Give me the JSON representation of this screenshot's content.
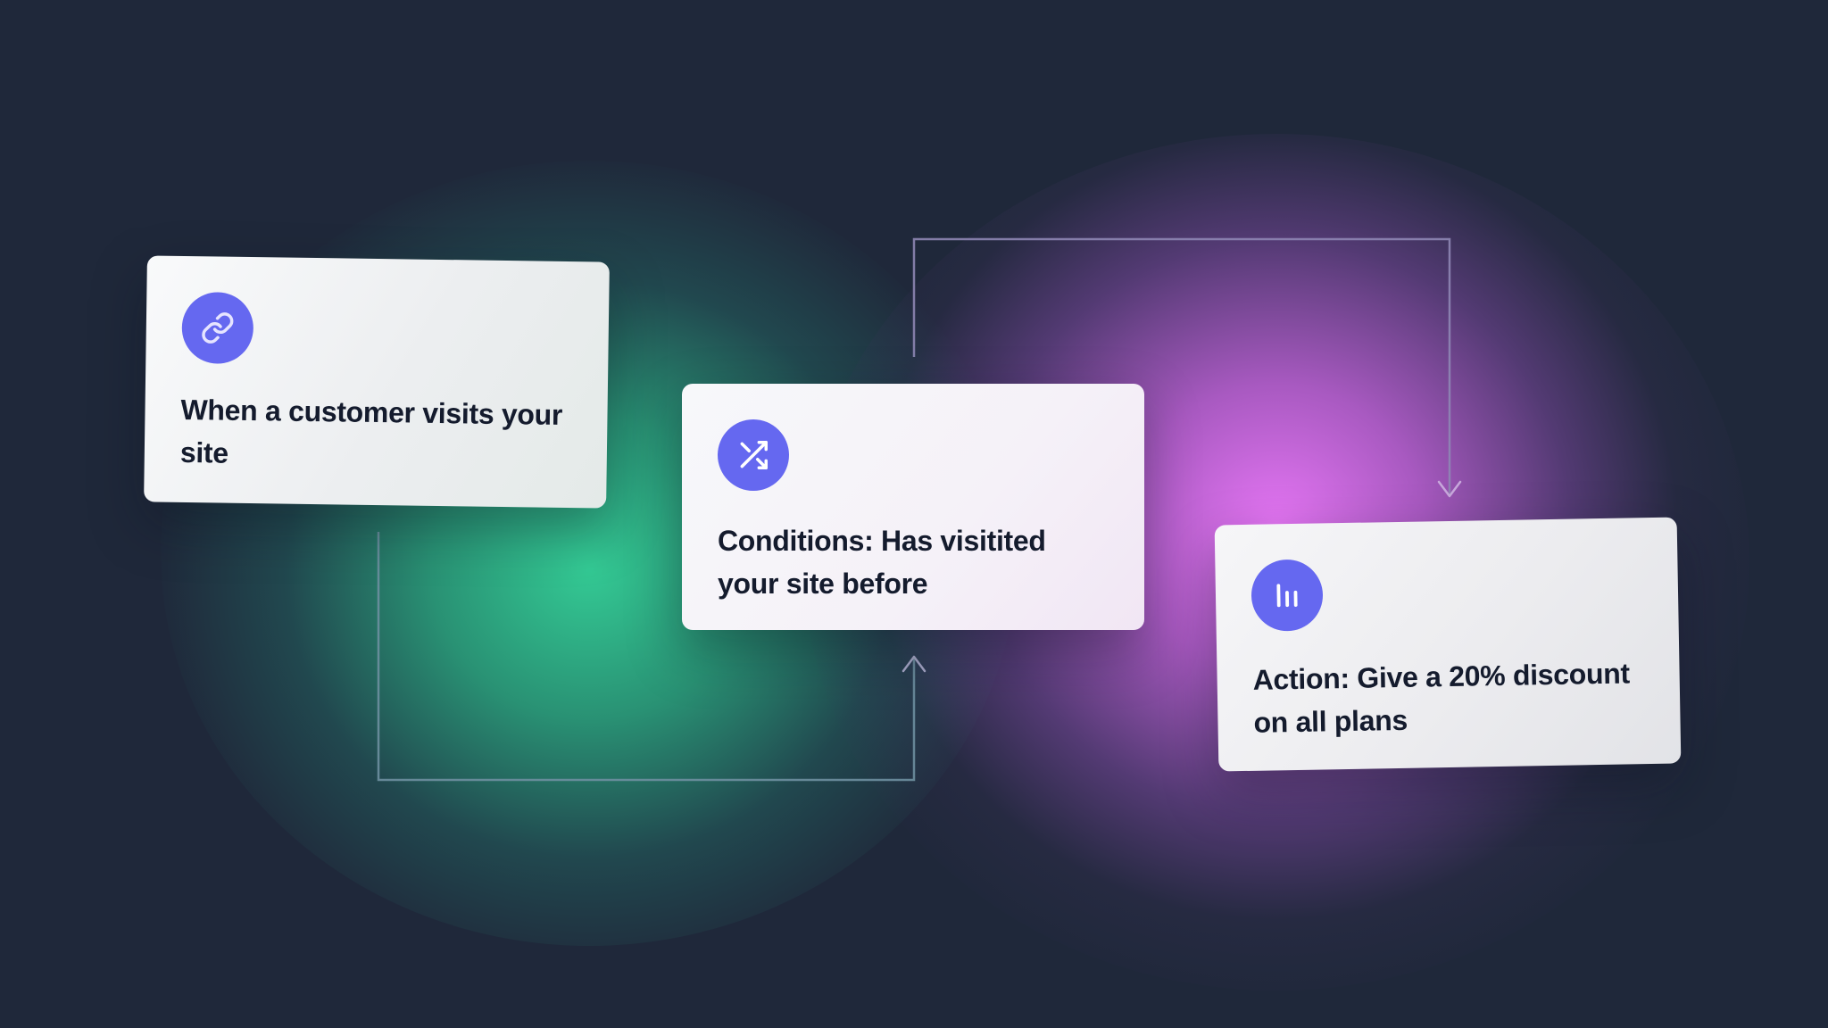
{
  "diagram": {
    "steps": [
      {
        "id": "trigger",
        "icon": "link-icon",
        "text": "When a customer visits your site"
      },
      {
        "id": "condition",
        "icon": "shuffle-icon",
        "text": "Conditions: Has visitited your site before"
      },
      {
        "id": "action",
        "icon": "bar-chart-icon",
        "text": "Action: Give a 20% discount on all plans"
      }
    ]
  },
  "colors": {
    "background": "#1f283a",
    "icon_bg": "#6568f0",
    "text": "#141b2d",
    "connector": "#8a8aa8",
    "glow_green": "#34cd96",
    "glow_pink": "#e676f5"
  }
}
